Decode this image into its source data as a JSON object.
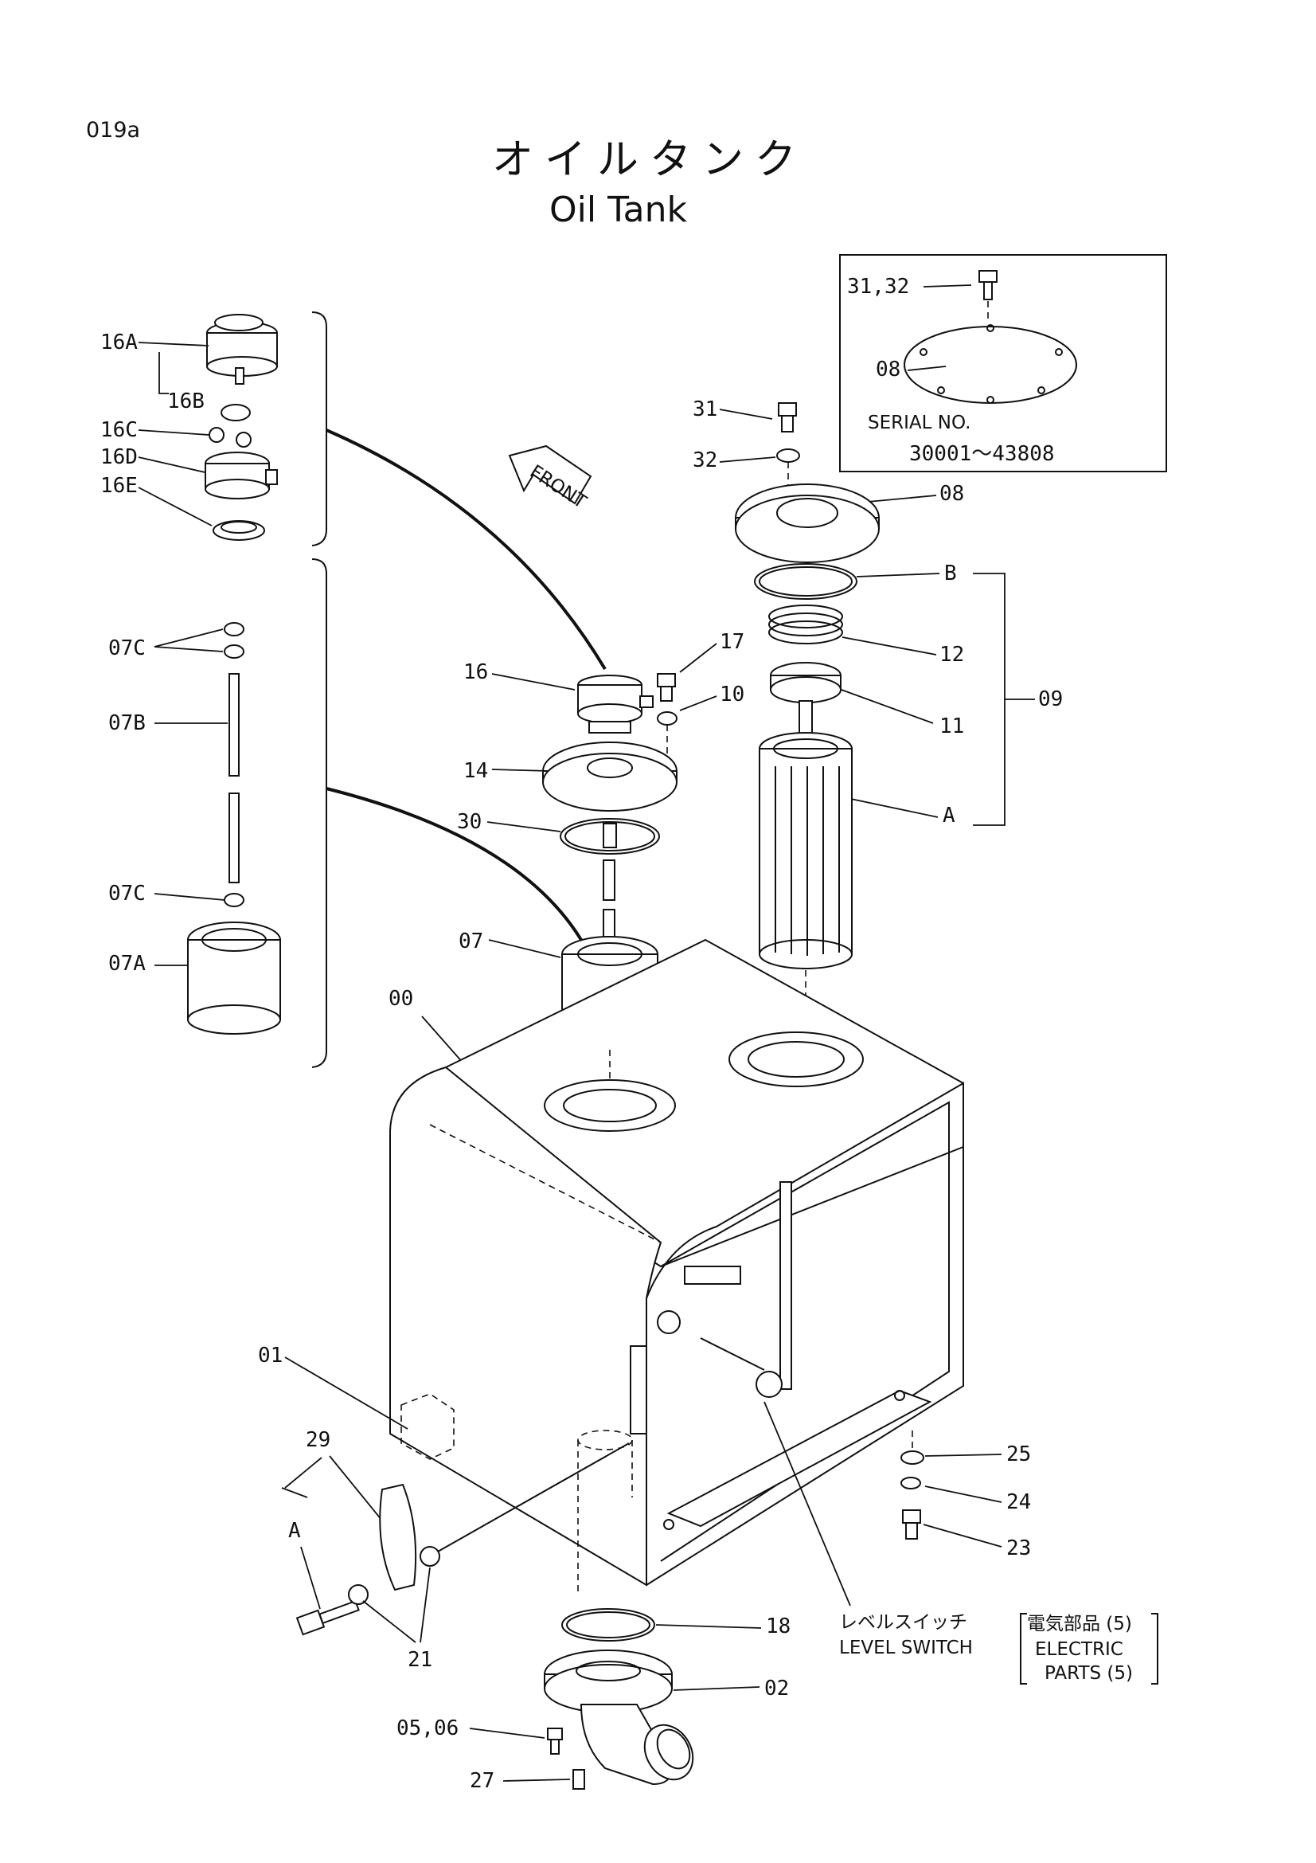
{
  "page_number": "019a",
  "title": {
    "japanese": "オイルタンク",
    "english": "Oil Tank"
  },
  "front_arrow_label": "FRONT",
  "inset": {
    "part_labels": [
      "31,32",
      "08"
    ],
    "serial_label": "SERIAL NO.",
    "serial_range": "30001～43808"
  },
  "part_labels": {
    "p16A": "16A",
    "p16B": "16B",
    "p16C": "16C",
    "p16D": "16D",
    "p16E": "16E",
    "p07C_top": "07C",
    "p07B": "07B",
    "p07C_bottom": "07C",
    "p07A": "07A",
    "p31": "31",
    "p32": "32",
    "p08": "08",
    "pB": "B",
    "p17": "17",
    "p16": "16",
    "p10": "10",
    "p12": "12",
    "p09": "09",
    "p11": "11",
    "p14": "14",
    "p30": "30",
    "pA_filter": "A",
    "p07": "07",
    "p00": "00",
    "p01": "01",
    "p29": "29",
    "pA_group": "A",
    "p25": "25",
    "p24": "24",
    "p23": "23",
    "p21": "21",
    "p18": "18",
    "p02": "02",
    "p05_06": "05,06",
    "p27": "27"
  },
  "level_switch": {
    "japanese": "レベルスイッチ",
    "english": "LEVEL SWITCH"
  },
  "electric_parts": {
    "japanese": "電気部品 (5)",
    "line1": "ELECTRIC",
    "line2": "PARTS (5)"
  }
}
